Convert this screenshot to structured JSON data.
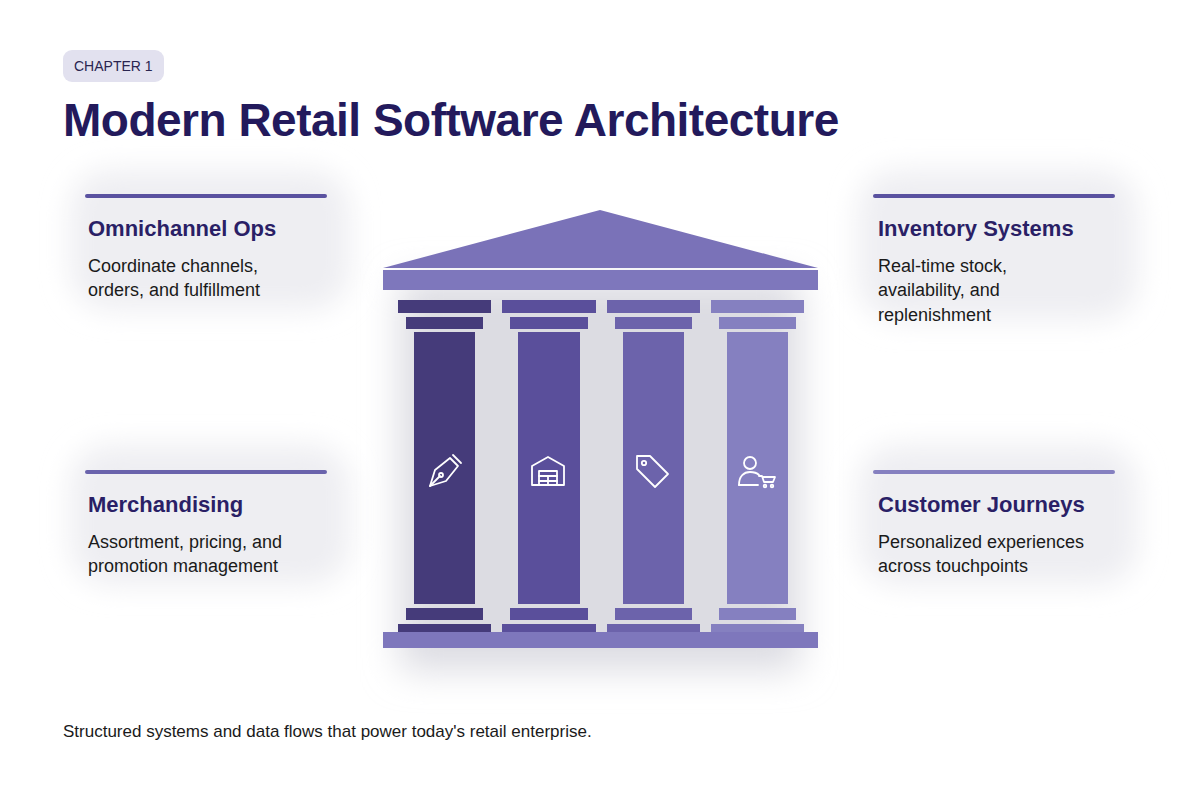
{
  "diagram": {
    "title": "Modern Retail Software Architecture",
    "caption": "Structured systems and data flows that power today's retail enterprise.",
    "nodes": [
      {
        "text": [
          "CHAPTER 1"
        ]
      }
    ],
    "labels": [
      "Omnichannel Ops",
      "Coordinate channels, orders, and fulfillment",
      "Inventory Systems",
      "Real-time stock, availability, and replenishment",
      "Merchandising",
      "Assortment, pricing, and promotion management",
      "Customer Journeys",
      "Personalized experiences across touchpoints"
    ]
  }
}
